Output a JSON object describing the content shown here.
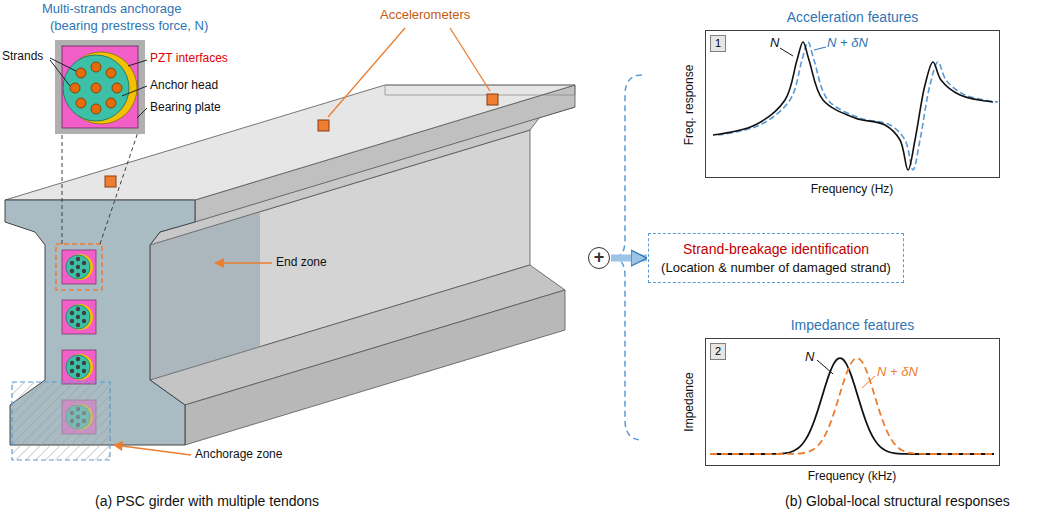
{
  "diagram": {
    "nodes": [
      {
        "text": [
          "Acceleration features"
        ]
      },
      {
        "text": [
          "1"
        ],
        "in": 0
      },
      {
        "text": [
          "+"
        ]
      },
      {
        "text": [
          "Strand-breakage identification",
          "(Location & number of damaged strand)"
        ]
      },
      {
        "text": [
          "Impedance features"
        ]
      },
      {
        "text": [
          "2"
        ],
        "in": 4
      }
    ],
    "edges": [
      {
        "from": 2,
        "to": 3,
        "arrow": "to"
      }
    ],
    "labels": [
      "Multi-strands anchorage",
      "(bearing prestress force, N)",
      "Strands",
      "PZT interfaces",
      "Anchor head",
      "Bearing plate",
      "Accelerometers",
      "End zone",
      "Anchorage zone",
      "(a) PSC girder with multiple tendons",
      "Freq. response",
      "Frequency (Hz)",
      "N",
      "N + δN",
      "Impedance",
      "Frequency (kHz)",
      "N",
      "N + δN",
      "(b) Global-local structural responses"
    ]
  }
}
